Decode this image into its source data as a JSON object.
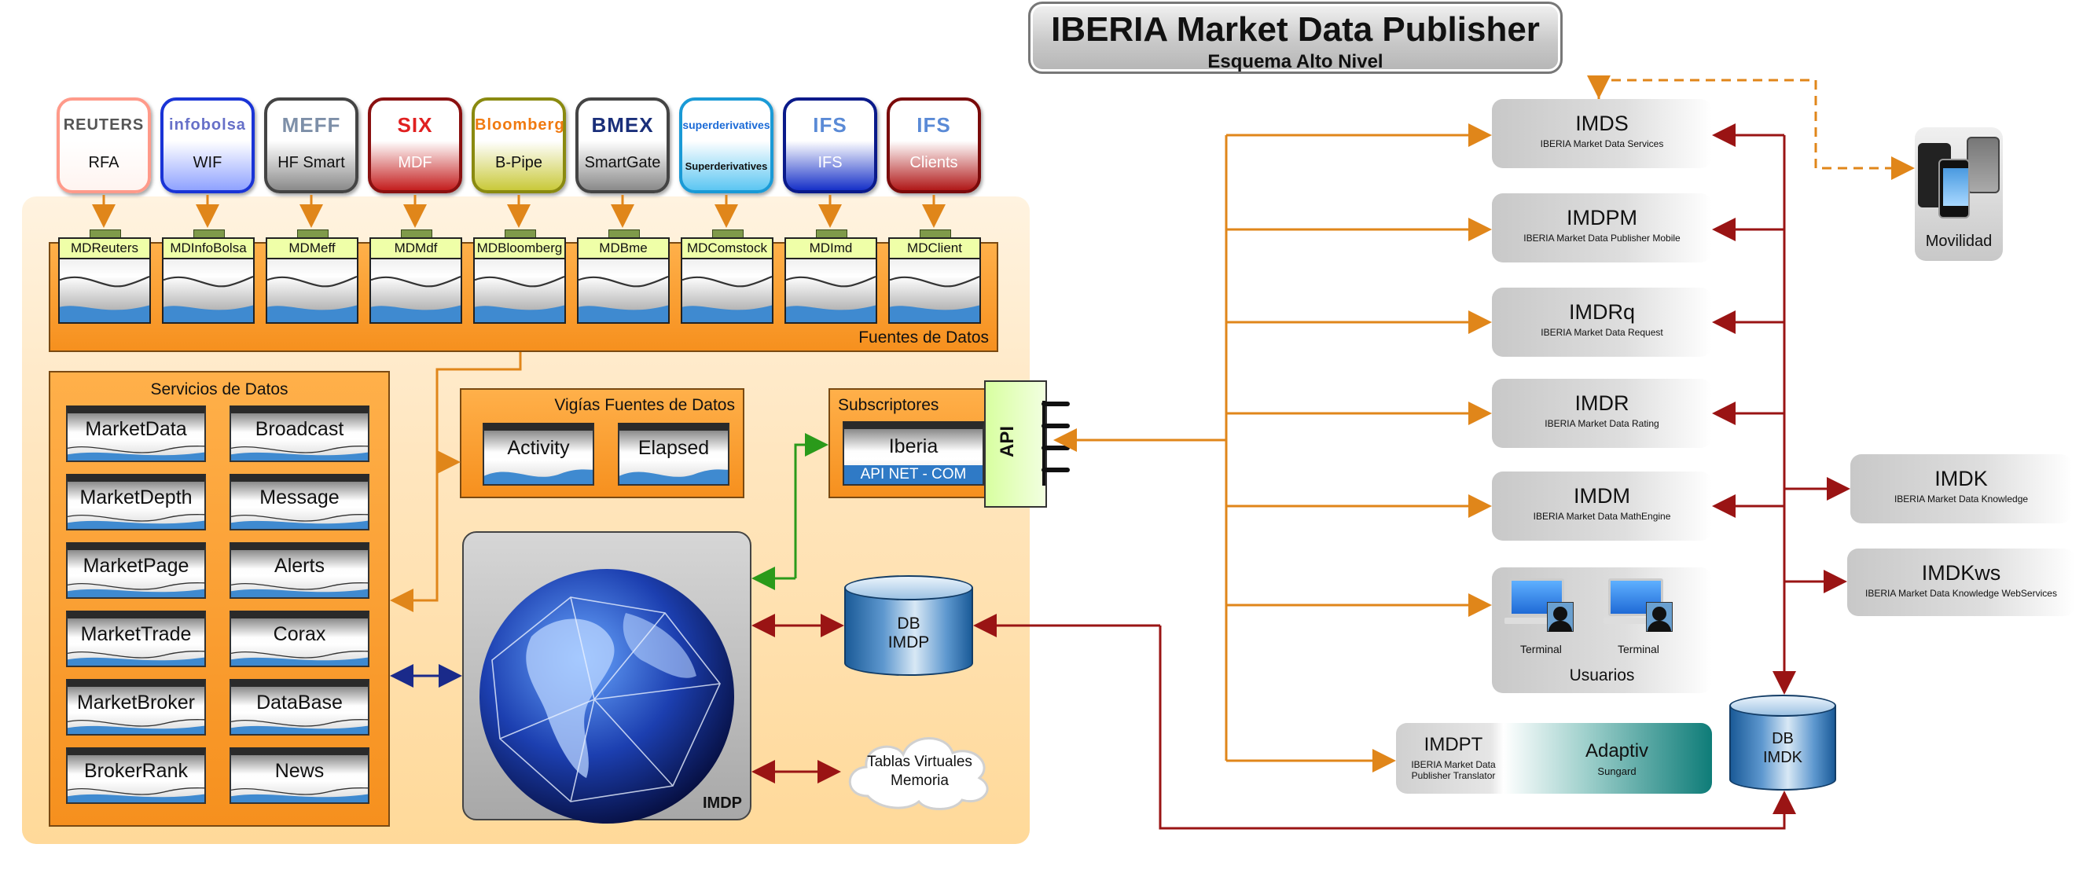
{
  "title": {
    "main": "IBERIA Market Data Publisher",
    "sub": "Esquema Alto Nivel"
  },
  "sources": [
    {
      "logo": "REUTERS",
      "label": "RFA",
      "border": "#ff9a8a",
      "bg": "#fff4f0",
      "logo_color": "#555"
    },
    {
      "logo": "infobolsa",
      "label": "WIF",
      "border": "#1a34d6",
      "bg": "#8fa2ff",
      "logo_color": "#6670c8"
    },
    {
      "logo": "MEFF",
      "label": "HF Smart",
      "border": "#444",
      "bg": "#8a8a8a",
      "logo_color": "#7d8fa8"
    },
    {
      "logo": "SIX",
      "label": "MDF",
      "border": "#8a1010",
      "bg": "#c41e1e",
      "logo_color": "#e02020"
    },
    {
      "logo": "Bloomberg",
      "label": "B-Pipe",
      "border": "#8a8a10",
      "bg": "#c9c93a",
      "logo_color": "#f07a10"
    },
    {
      "logo": "BMEX",
      "label": "SmartGate",
      "border": "#444",
      "bg": "#8a8a8a",
      "logo_color": "#1a2f7a"
    },
    {
      "logo": "superderivatives",
      "label": "Superderivatives",
      "border": "#1a9ad6",
      "bg": "#5cc6f2",
      "logo_color": "#1a6ad6"
    },
    {
      "logo": "IFS",
      "label": "IFS",
      "border": "#0a1a8a",
      "bg": "#1630c8",
      "logo_color": "#5a8ad6"
    },
    {
      "logo": "IFS",
      "label": "Clients",
      "border": "#7a0a0a",
      "bg": "#b01818",
      "logo_color": "#5a8ad6"
    }
  ],
  "md_modules": [
    "MDReuters",
    "MDInfoBolsa",
    "MDMeff",
    "MDMdf",
    "MDBloomberg",
    "MDBme",
    "MDComstock",
    "MDImd",
    "MDClient"
  ],
  "fuentes_label": "Fuentes de Datos",
  "servicios": {
    "title": "Servicios de Datos",
    "left": [
      "MarketData",
      "MarketDepth",
      "MarketPage",
      "MarketTrade",
      "MarketBroker",
      "BrokerRank"
    ],
    "right": [
      "Broadcast",
      "Message",
      "Alerts",
      "Corax",
      "DataBase",
      "News"
    ]
  },
  "vigias": {
    "title": "Vigías Fuentes de Datos",
    "items": [
      "Activity",
      "Elapsed"
    ]
  },
  "subscriptores": {
    "title": "Subscriptores",
    "item": "Iberia",
    "api_net": "API NET - COM",
    "api": "API"
  },
  "imdp_label": "IMDP",
  "db_imdp": {
    "line1": "DB",
    "line2": "IMDP"
  },
  "tablas": {
    "line1": "Tablas Virtuales",
    "line2": "Memoria"
  },
  "services": [
    {
      "name": "IMDS",
      "desc": "IBERIA Market Data Services"
    },
    {
      "name": "IMDPM",
      "desc": "IBERIA Market Data Publisher Mobile"
    },
    {
      "name": "IMDRq",
      "desc": "IBERIA Market Data Request"
    },
    {
      "name": "IMDR",
      "desc": "IBERIA Market Data Rating"
    },
    {
      "name": "IMDM",
      "desc": "IBERIA Market Data MathEngine"
    }
  ],
  "usuarios": {
    "label": "Usuarios",
    "terminal1": "Terminal",
    "terminal2": "Terminal"
  },
  "imdpt": {
    "name": "IMDPT",
    "desc1": "IBERIA Market Data",
    "desc2": "Publisher Translator",
    "adaptiv": "Adaptiv",
    "sungard": "Sungard"
  },
  "db_imdk": {
    "line1": "DB",
    "line2": "IMDK"
  },
  "imdk": {
    "name": "IMDK",
    "desc": "IBERIA Market Data Knowledge"
  },
  "imdkws": {
    "name": "IMDKws",
    "desc": "IBERIA Market Data Knowledge WebServices"
  },
  "movilidad": "Movilidad",
  "colors": {
    "orange": "#e0861a",
    "darkred": "#9a1414",
    "green": "#2a9a1a",
    "navy": "#1a2a8a"
  }
}
